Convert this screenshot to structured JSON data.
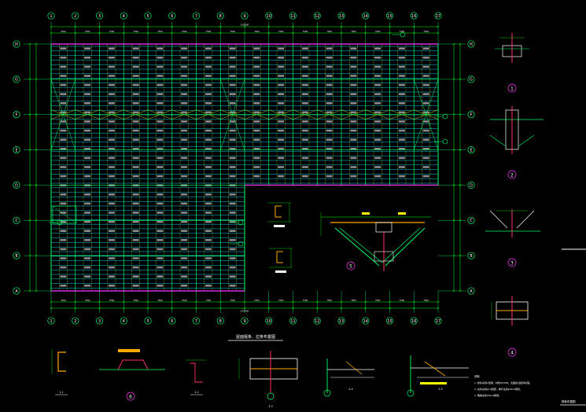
{
  "drawing": {
    "title": "屋面檩条、拉条布置图",
    "colors": {
      "background": "#000000",
      "grid_lines": "#00ff66",
      "purlin": "#00e5ff",
      "bracing": "#ffff00",
      "eave_line": "#ff33ff",
      "dimension": "#00ff00",
      "note_text": "#ffffff",
      "highlight": "#ffaa00"
    },
    "column_axis_labels": [
      "1",
      "2",
      "3",
      "4",
      "5",
      "6",
      "7",
      "8",
      "9",
      "10",
      "11",
      "12",
      "13",
      "14",
      "15",
      "16",
      "17"
    ],
    "row_axis_labels": [
      "H",
      "G",
      "F",
      "E",
      "D",
      "C",
      "B",
      "A"
    ],
    "span_dimension": "7500",
    "total_dimension": "120000",
    "detail_markers": [
      "1",
      "2",
      "3",
      "4",
      "5",
      "6"
    ],
    "section_labels": [
      "1-1",
      "2-2",
      "3-3",
      "4-4",
      "5-5"
    ],
    "notes_heading": "说明:",
    "notes": [
      "1. 檩条采用C型钢，材质Q235B，表面热浸镀锌处理。",
      "2. 拉条采用φ12圆钢，撑杆采用φ32x2钢管。",
      "3. 隅撑采用L50x4角钢。"
    ],
    "side_label": "檩条布置图"
  }
}
